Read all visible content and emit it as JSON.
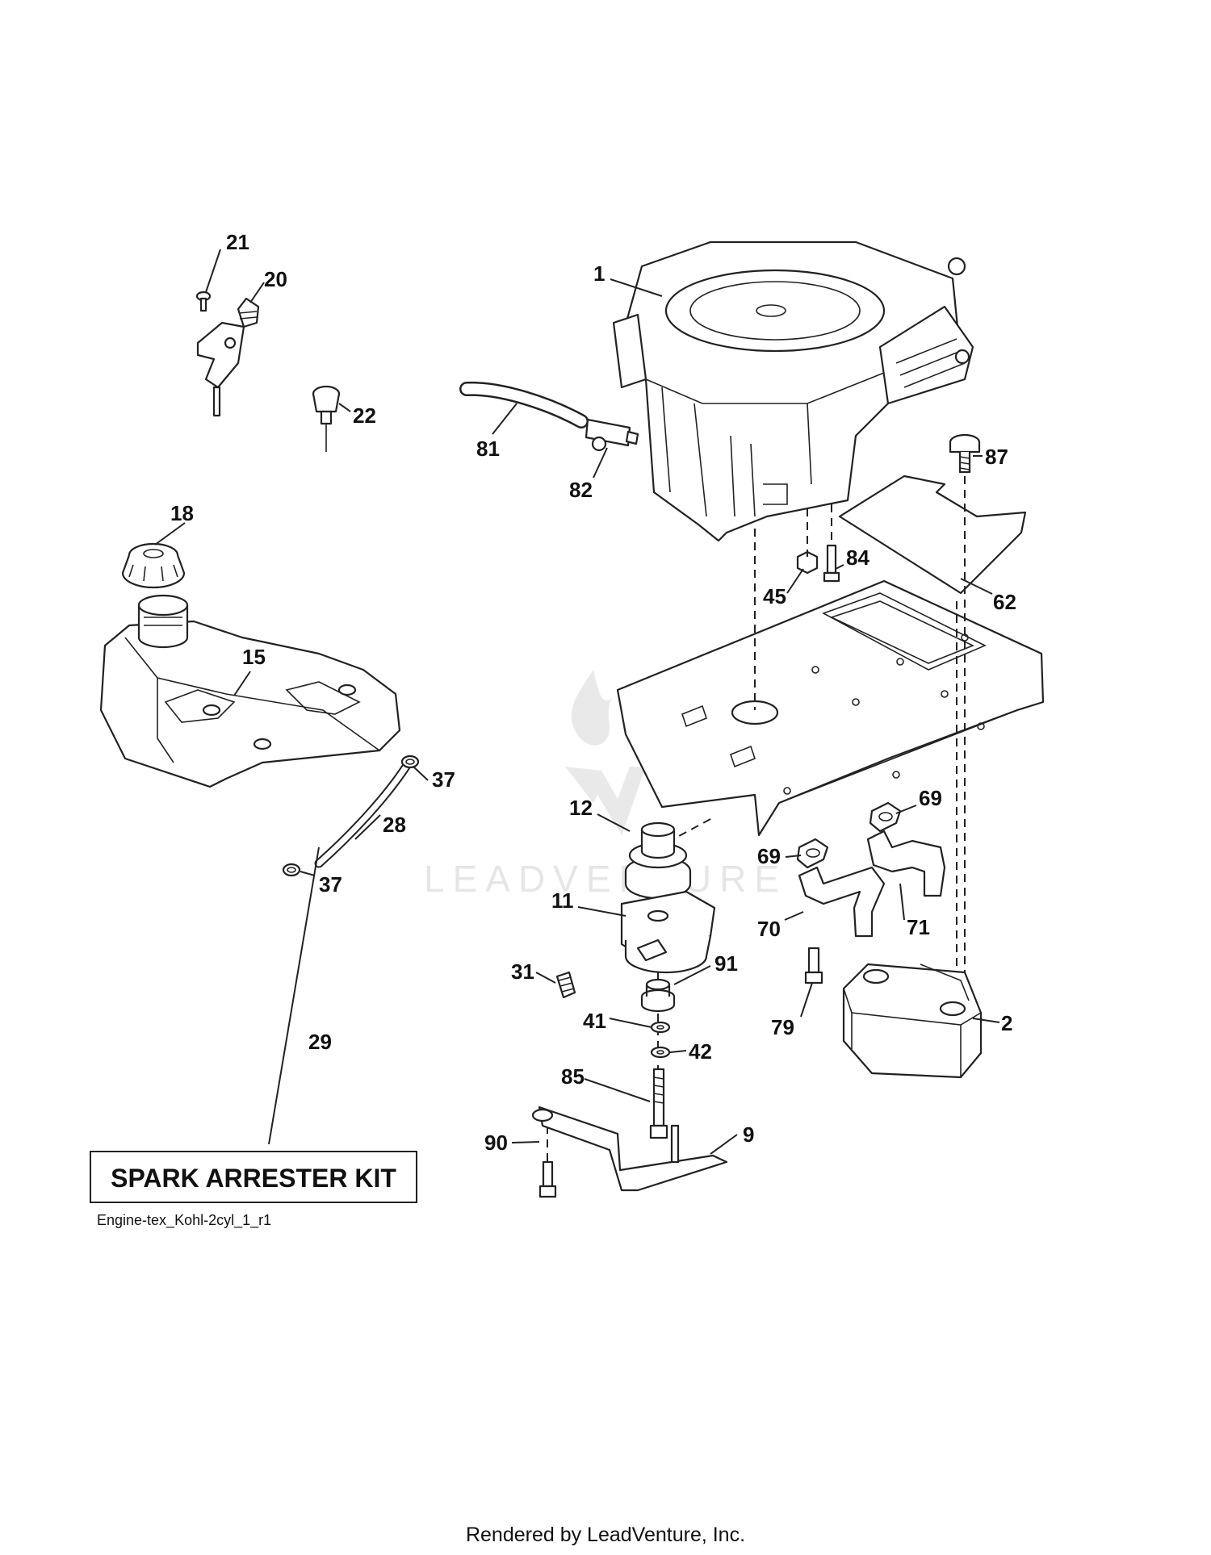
{
  "diagram": {
    "kit_label": "SPARK ARRESTER KIT",
    "drawing_code": "Engine-tex_Kohl-2cyl_1_r1",
    "watermark": "LEADVENTURE",
    "callouts": {
      "c1": "1",
      "c2": "2",
      "c9": "9",
      "c11": "11",
      "c12": "12",
      "c15": "15",
      "c18": "18",
      "c20": "20",
      "c21": "21",
      "c22": "22",
      "c28": "28",
      "c29": "29",
      "c31": "31",
      "c37a": "37",
      "c37b": "37",
      "c41": "41",
      "c42": "42",
      "c45": "45",
      "c62": "62",
      "c69a": "69",
      "c69b": "69",
      "c70": "70",
      "c71": "71",
      "c79": "79",
      "c81": "81",
      "c82": "82",
      "c84": "84",
      "c85": "85",
      "c87": "87",
      "c90": "90",
      "c91": "91"
    }
  },
  "footer": {
    "rendered_by": "Rendered by LeadVenture, Inc."
  }
}
